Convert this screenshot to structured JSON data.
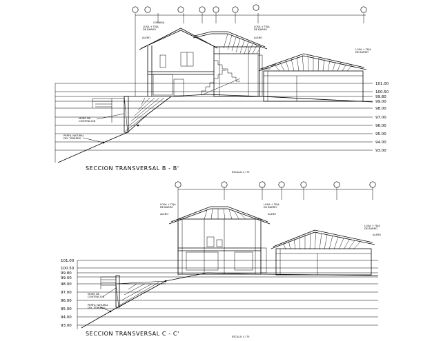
{
  "sections": [
    {
      "id": "b",
      "title": "SECCION TRANSVERSAL  B  -  B'",
      "scale": "ESCALA 1 / 75",
      "levels": [
        "101.00",
        "100.50",
        "99.80",
        "99.00",
        "98.00",
        "97.00",
        "96.00",
        "95.00",
        "94.00",
        "93.00"
      ],
      "notes": {
        "roof_left": "LOSA + TEJA\nDE BARRO",
        "roof_right": "LOSA + TEJA\nDE BARRO",
        "roof_far": "LOSA + TEJA\nDE BARRO",
        "cornice": "CORNISA",
        "eave": "ALERO",
        "eave_right": "ALERO",
        "wall": "MURO DE\nCONTENCION",
        "ground": "PERFIL NATURAL\nDEL TERRENO"
      }
    },
    {
      "id": "c",
      "title": "SECCION TRANSVERSAL  C  -  C'",
      "scale": "ESCALA 1 / 75",
      "levels": [
        "101.00",
        "100.50",
        "99.80",
        "99.00",
        "98.00",
        "97.00",
        "96.00",
        "95.00",
        "94.00",
        "93.00"
      ],
      "notes": {
        "roof_left": "LOSA + TEJA\nDE BARRO",
        "roof_right": "LOSA + TEJA\nDE BARRO",
        "roof_far": "LOSA + TEJA\nDE BARRO",
        "eave": "ALERO",
        "eave_right": "ALERO",
        "eave_far": "ALERO",
        "wall": "MURO DE\nCONTENCION",
        "ground": "PERFIL NATURAL\nDEL TERRENO"
      }
    }
  ]
}
